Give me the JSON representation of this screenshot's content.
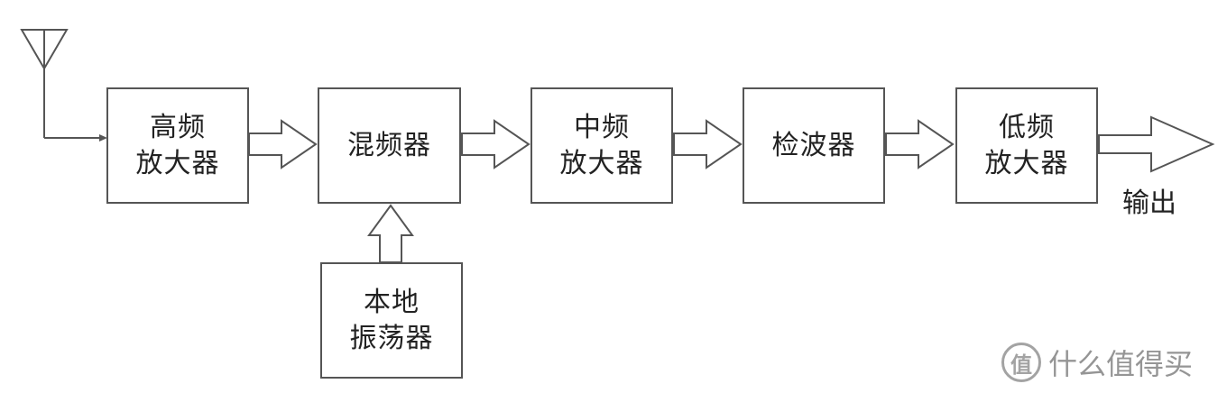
{
  "blocks": {
    "rf_amp": {
      "line1": "高频",
      "line2": "放大器"
    },
    "mixer": {
      "line1": "混频器"
    },
    "if_amp": {
      "line1": "中频",
      "line2": "放大器"
    },
    "detector": {
      "line1": "检波器"
    },
    "lf_amp": {
      "line1": "低频",
      "line2": "放大器"
    },
    "local_osc": {
      "line1": "本地",
      "line2": "振荡器"
    }
  },
  "output_label": "输出",
  "watermark": {
    "icon_text": "值",
    "text": "什么值得买"
  },
  "colors": {
    "line": "#555555",
    "text": "#222222",
    "watermark": "#8a8a8a"
  }
}
